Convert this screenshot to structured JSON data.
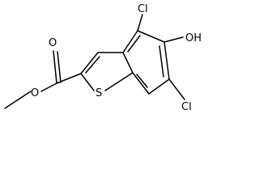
{
  "molecule": {
    "atoms": {
      "cl_top": "Cl",
      "oh": "OH",
      "cl_bottom": "Cl",
      "sulfur": "S",
      "ester_oxygen": "O",
      "carbonyl_oxygen": "O"
    }
  }
}
